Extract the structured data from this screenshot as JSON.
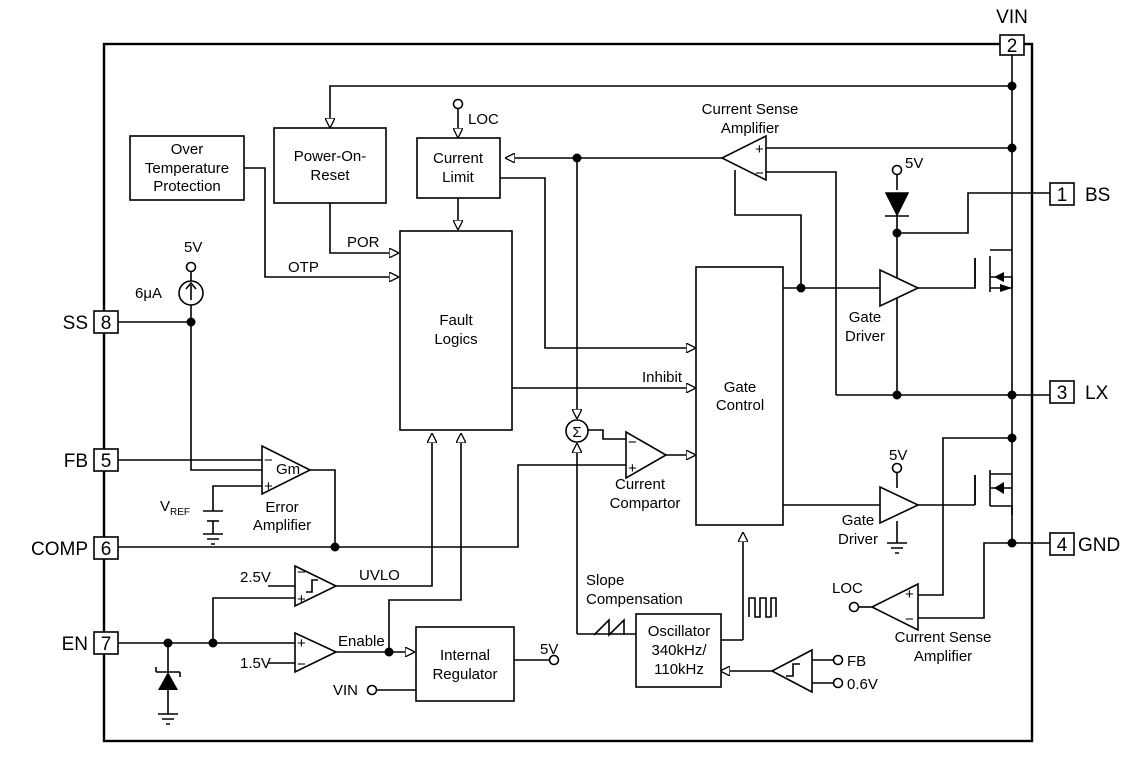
{
  "pins": {
    "vin": {
      "name": "VIN",
      "num": "2"
    },
    "bs": {
      "name": "BS",
      "num": "1"
    },
    "lx": {
      "name": "LX",
      "num": "3"
    },
    "gnd": {
      "name": "GND",
      "num": "4"
    },
    "ss": {
      "name": "SS",
      "num": "8"
    },
    "fb": {
      "name": "FB",
      "num": "5"
    },
    "comp": {
      "name": "COMP",
      "num": "6"
    },
    "en": {
      "name": "EN",
      "num": "7"
    }
  },
  "blocks": {
    "otp": [
      "Over",
      "Temperature",
      "Protection"
    ],
    "por": [
      "Power-On-",
      "Reset"
    ],
    "current_limit": [
      "Current",
      "Limit"
    ],
    "fault_logics": [
      "Fault",
      "Logics"
    ],
    "gate_control": [
      "Gate",
      "Control"
    ],
    "internal_regulator": [
      "Internal",
      "Regulator"
    ],
    "oscillator": [
      "Oscillator",
      "340kHz/",
      "110kHz"
    ]
  },
  "labels": {
    "loc_top": "LOC",
    "loc_bottom": "LOC",
    "current_sense_top": [
      "Current Sense",
      "Amplifier"
    ],
    "current_sense_bottom": [
      "Current Sense",
      "Amplifier"
    ],
    "five_v_bs": "5V",
    "five_v_ss": "5V",
    "five_v_driver": "5V",
    "five_v_reg": "5V",
    "six_ua": "6μA",
    "por_signal": "POR",
    "otp_signal": "OTP",
    "inhibit": "Inhibit",
    "gate_driver_top": [
      "Gate",
      "Driver"
    ],
    "gate_driver_bottom": [
      "Gate",
      "Driver"
    ],
    "gm": "Gm",
    "error_amp": [
      "Error",
      "Amplifier"
    ],
    "vref": "V",
    "vref_sub": "REF",
    "current_comparator": [
      "Current",
      "Compartor"
    ],
    "uvlo": "UVLO",
    "v2_5": "2.5V",
    "v1_5": "1.5V",
    "enable": "Enable",
    "slope": [
      "Slope",
      "Compensation"
    ],
    "vin_reg": "VIN",
    "fb_osc": "FB",
    "v0_6": "0.6V",
    "plus": "+",
    "minus": "−"
  }
}
